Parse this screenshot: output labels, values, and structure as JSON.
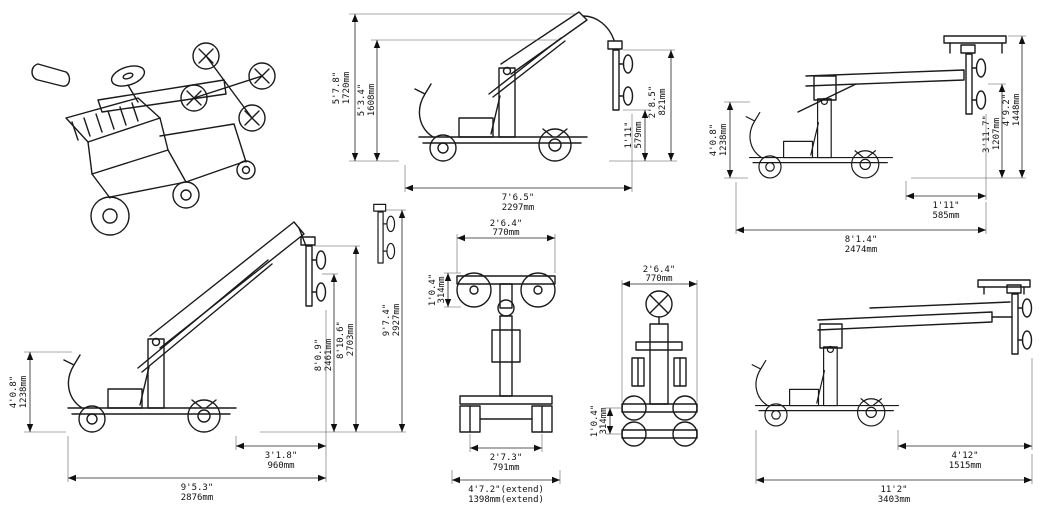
{
  "views": {
    "side_raised": {
      "h1_ft": "5'7.8\"",
      "h1_mm": "1720mm",
      "h2_ft": "5'3.4\"",
      "h2_mm": "1608mm",
      "p1_ft": "1'11\"",
      "p1_mm": "579mm",
      "p2_ft": "2'8.5\"",
      "p2_mm": "821mm",
      "len_ft": "7'6.5\"",
      "len_mm": "2297mm"
    },
    "side_horizontal": {
      "h_ft": "4'0.8\"",
      "h_mm": "1238mm",
      "pc_ft": "3'11.7\"",
      "pc_mm": "1207mm",
      "pt_ft": "4'9.2\"",
      "pt_mm": "1448mm",
      "ov_ft": "1'11\"",
      "ov_mm": "585mm",
      "len_ft": "8'1.4\"",
      "len_mm": "2474mm"
    },
    "side_extended_up": {
      "h_ft": "4'0.8\"",
      "h_mm": "1238mm",
      "l1_ft": "8'0.9\"",
      "l1_mm": "2461mm",
      "l2_ft": "8'10.6\"",
      "l2_mm": "2703mm",
      "l3_ft": "9'7.4\"",
      "l3_mm": "2927mm",
      "ov_ft": "3'1.8\"",
      "ov_mm": "960mm",
      "len_ft": "9'5.3\"",
      "len_mm": "2876mm"
    },
    "front": {
      "w_ft": "2'6.4\"",
      "w_mm": "770mm",
      "g_ft": "1'0.4\"",
      "g_mm": "314mm",
      "t_ft": "2'7.3\"",
      "t_mm": "791mm",
      "te_ft": "4'7.2\"(extend)",
      "te_mm": "1398mm(extend)"
    },
    "top": {
      "w_ft": "2'6.4\"",
      "w_mm": "770mm",
      "g_ft": "1'0.4\"",
      "g_mm": "314mm"
    },
    "side_reach": {
      "r_ft": "4'12\"",
      "r_mm": "1515mm",
      "len_ft": "11'2\"",
      "len_mm": "3403mm"
    }
  }
}
